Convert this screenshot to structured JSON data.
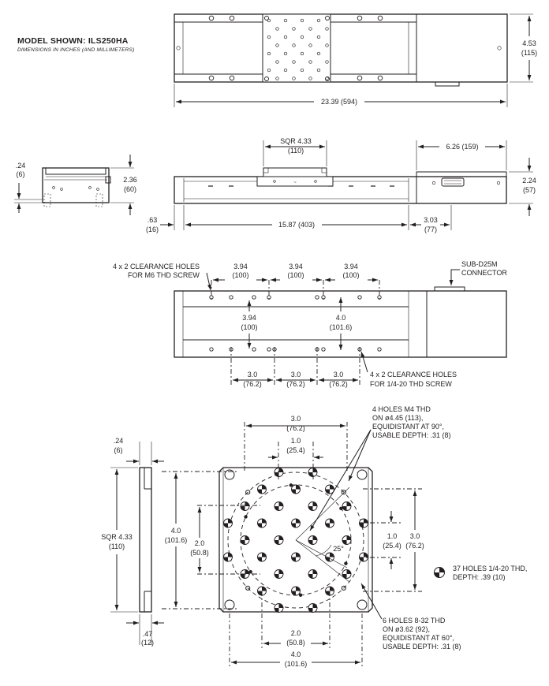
{
  "header": {
    "model": "MODEL SHOWN: ILS250HA",
    "units_note": "DIMENSIONS IN INCHES (AND MILLIMETERS)"
  },
  "top_view": {
    "height_in": "4.53",
    "height_mm": "(115)",
    "length_label": "23.39 (594)"
  },
  "end_view": {
    "width_in": ".24",
    "width_mm": "(6)",
    "height_in": "2.36",
    "height_mm": "(60)"
  },
  "side_view": {
    "carriage_in": "SQR 4.33",
    "carriage_mm": "(110)",
    "motor_len_label": "6.26 (159)",
    "height_in": "2.24",
    "height_mm": "(57)",
    "offset_in": ".63",
    "offset_mm": "(16)",
    "travel_label": "15.87 (403)",
    "end_in": "3.03",
    "end_mm": "(77)"
  },
  "base_view": {
    "m6_note_1": "4 x 2 CLEARANCE HOLES",
    "m6_note_2": "FOR M6 THD SCREW",
    "pitch_in": "3.94",
    "pitch_mm": "(100)",
    "connector_1": "SUB-D25M",
    "connector_2": "CONNECTOR",
    "row_in": "3.94",
    "row_mm": "(100)",
    "row2_in": "4.0",
    "row2_mm": "(101.6)",
    "pitch2_in": "3.0",
    "pitch2_mm": "(76.2)",
    "imp_note_1": "4 x 2 CLEARANCE HOLES",
    "imp_note_2": "FOR 1/4-20 THD SCREW"
  },
  "carriage_detail": {
    "thick_in": ".24",
    "thick_mm": "(6)",
    "sqr_in": "SQR 4.33",
    "sqr_mm": "(110)",
    "flange_in": ".47",
    "flange_mm": "(12)",
    "v40_in": "4.0",
    "v40_mm": "(101.6)",
    "v20_in": "2.0",
    "v20_mm": "(50.8)",
    "top30_in": "3.0",
    "top30_mm": "(76.2)",
    "top10_in": "1.0",
    "top10_mm": "(25.4)",
    "r10_in": "1.0",
    "r10_mm": "(25.4)",
    "r30_in": "3.0",
    "r30_mm": "(76.2)",
    "b20_in": "2.0",
    "b20_mm": "(50.8)",
    "b40_in": "4.0",
    "b40_mm": "(101.6)",
    "angle": "25°",
    "m4_1": "4 HOLES M4 THD",
    "m4_2": "ON ø4.45 (113),",
    "m4_3": "EQUIDISTANT AT 90°,",
    "m4_4": "USABLE DEPTH: .31 (8)",
    "h37_1": "37 HOLES 1/4-20 THD,",
    "h37_2": "DEPTH: .39 (10)",
    "h6_1": "6 HOLES 8-32 THD",
    "h6_2": "ON ø3.62 (92),",
    "h6_3": "EQUIDISTANT AT 60°,",
    "h6_4": "USABLE DEPTH: .31 (8)"
  }
}
